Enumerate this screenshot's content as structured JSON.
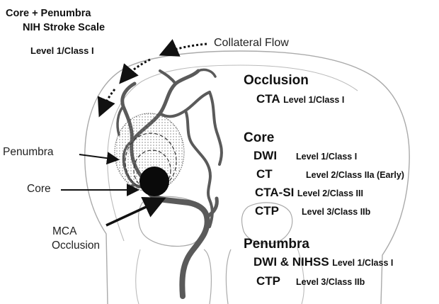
{
  "header": {
    "line1": "Core + Penumbra",
    "line2": "NIH Stroke Scale",
    "level": "Level 1/Class I"
  },
  "labels": {
    "collateral": "Collateral Flow",
    "penumbra": "Penumbra",
    "core": "Core",
    "mca_line1": "MCA",
    "mca_line2": "Occlusion"
  },
  "sections": {
    "occlusion": {
      "title": "Occlusion",
      "items": [
        {
          "mod": "CTA",
          "level": "Level 1/Class I"
        }
      ]
    },
    "core": {
      "title": "Core",
      "items": [
        {
          "mod": "DWI",
          "level": "Level 1/Class I"
        },
        {
          "mod": "CT",
          "level": "Level 2/Class IIa (Early)"
        },
        {
          "mod": "CTA-SI",
          "level": "Level 2/Class III"
        },
        {
          "mod": "CTP",
          "level": "Level 3/Class IIb"
        }
      ]
    },
    "penumbra": {
      "title": "Penumbra",
      "items": [
        {
          "mod": "DWI & NIHSS",
          "level": "Level 1/Class I"
        },
        {
          "mod": "CTP",
          "level": "Level 3/Class IIb"
        }
      ]
    }
  },
  "colors": {
    "vessel": "#5a5a5a",
    "core": "#0a0a0a",
    "outline": "#999999",
    "arrow": "#111111"
  }
}
